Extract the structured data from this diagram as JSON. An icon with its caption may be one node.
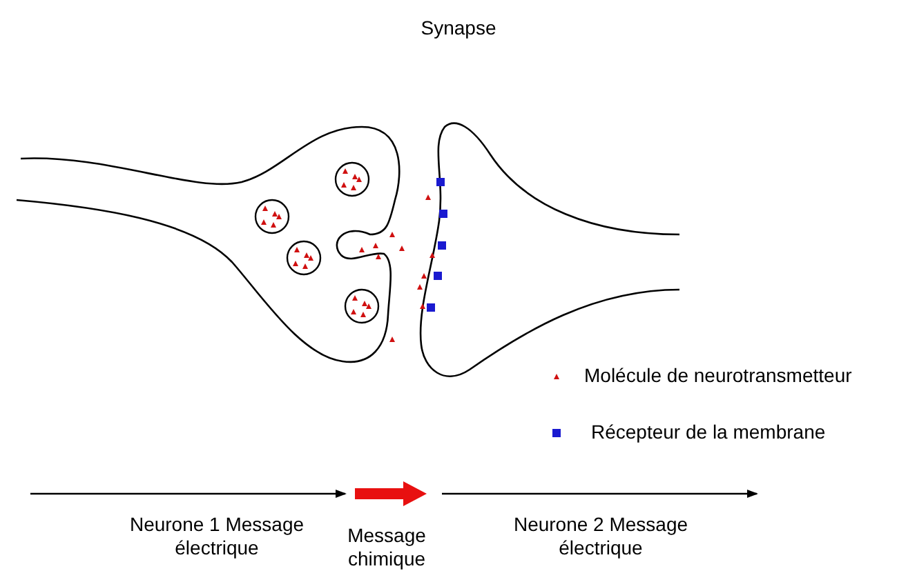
{
  "diagram": {
    "title": "Synapse",
    "labels": [
      "Neurone 1 Message électrique",
      "Message chimique",
      "Neurone 2 Message électrique"
    ],
    "legend": [
      {
        "text": "Molécule de neurotransmetteur"
      },
      {
        "text": "Récepteur de la membrane"
      }
    ]
  }
}
